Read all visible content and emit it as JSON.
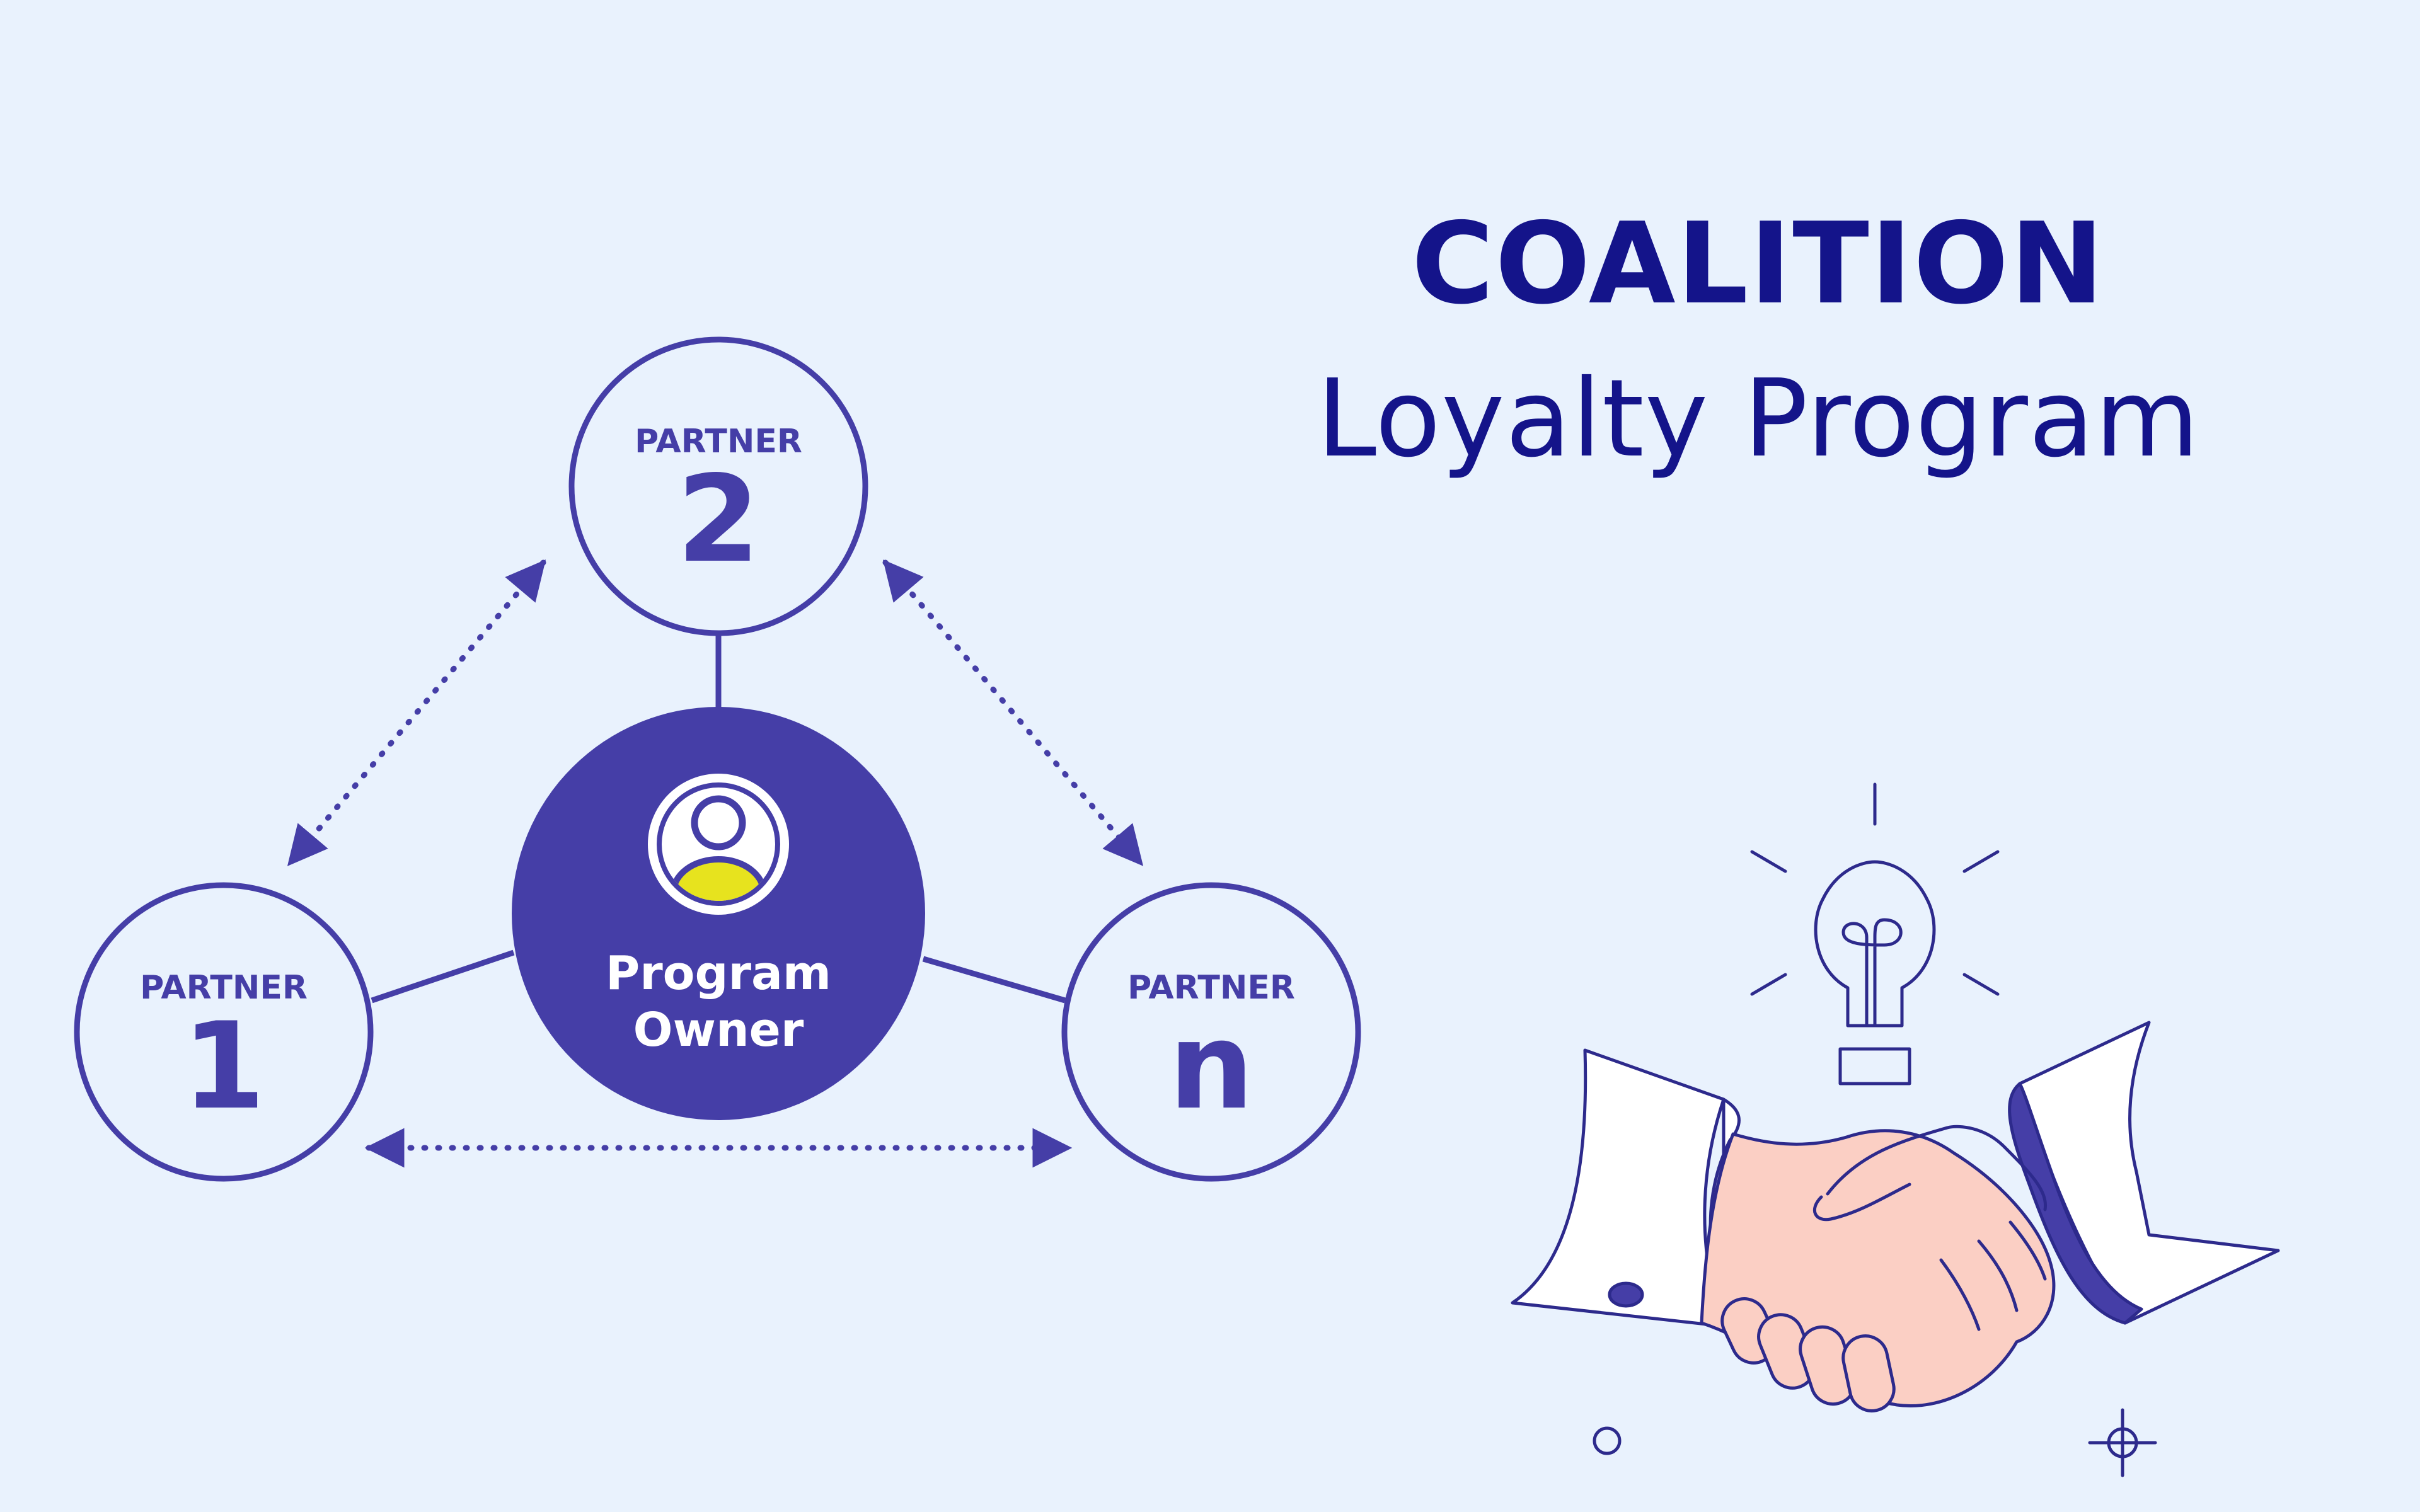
{
  "title": {
    "main": "COALITION",
    "sub": "Loyalty Program"
  },
  "diagram": {
    "center": {
      "line1": "Program",
      "line2": "Owner"
    },
    "partners": [
      {
        "label": "PARTNER",
        "id": "1"
      },
      {
        "label": "PARTNER",
        "id": "2"
      },
      {
        "label": "PARTNER",
        "id": "n"
      }
    ]
  },
  "colors": {
    "background": "#e9f2fd",
    "primary": "#453ea7",
    "title": "#14148a",
    "accent_yellow": "#e7e31e",
    "skin": "#fbcfc4"
  },
  "icons": {
    "center": "user-profile-icon",
    "illustration": "handshake-lightbulb-illustration"
  }
}
